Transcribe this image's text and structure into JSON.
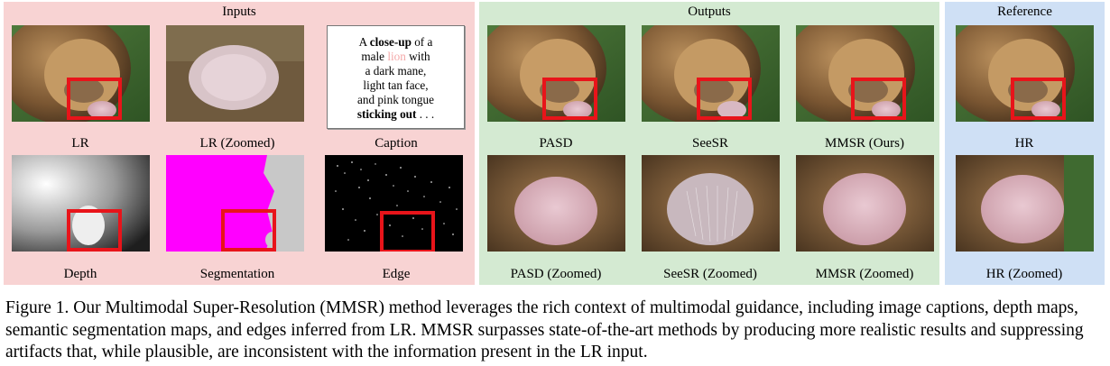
{
  "panels": {
    "inputs": "Inputs",
    "outputs": "Outputs",
    "reference": "Reference"
  },
  "labels": {
    "lr": "LR",
    "lr_zoomed": "LR (Zoomed)",
    "caption": "Caption",
    "depth": "Depth",
    "segmentation": "Segmentation",
    "edge": "Edge",
    "pasd": "PASD",
    "seesr": "SeeSR",
    "mmsr": "MMSR (Ours)",
    "hr": "HR",
    "pasd_zoomed": "PASD (Zoomed)",
    "seesr_zoomed": "SeeSR (Zoomed)",
    "mmsr_zoomed": "MMSR (Zoomed)",
    "hr_zoomed": "HR (Zoomed)"
  },
  "caption_box": {
    "line1_a": "A ",
    "line1_b": "close-up",
    "line1_c": " of a",
    "line2_a": "male ",
    "line2_b": "lion",
    "line2_c": " with",
    "line3": "a dark mane,",
    "line4": "light tan face,",
    "line5": "and pink tongue",
    "line6_a": "sticking out",
    "line6_b": " . . ."
  },
  "figure_caption": "Figure 1.  Our Multimodal Super-Resolution (MMSR) method leverages the rich context of multimodal guidance, including image captions, depth maps, semantic segmentation maps, and edges inferred from LR. MMSR surpasses state-of-the-art methods by producing more realistic results and suppressing artifacts that, while plausible, are inconsistent with the information present in the LR input.",
  "colors": {
    "inputs_bg": "#f8d3d3",
    "outputs_bg": "#d4ead2",
    "reference_bg": "#cfe0f5",
    "highlight_box": "#e8141a",
    "segmentation": "#ff00ff"
  }
}
